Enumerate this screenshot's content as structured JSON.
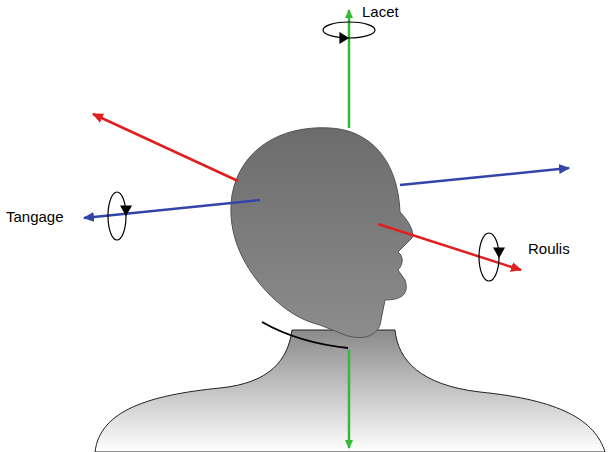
{
  "diagram": {
    "labels": [
      "Lacet",
      "Tangage",
      "Roulis"
    ]
  }
}
